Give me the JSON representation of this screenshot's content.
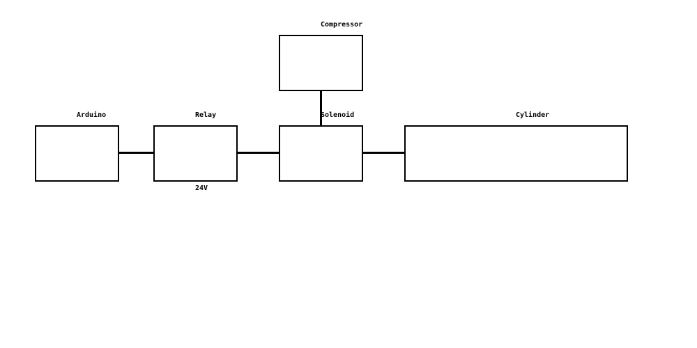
{
  "diagram": {
    "blocks": {
      "compressor": {
        "label": "Compressor"
      },
      "arduino": {
        "label": "Arduino"
      },
      "relay": {
        "label": "Relay",
        "sublabel": "24V"
      },
      "solenoid": {
        "label": "Solenoid"
      },
      "cylinder": {
        "label": "Cylinder"
      }
    },
    "connections": [
      {
        "from": "arduino",
        "to": "relay"
      },
      {
        "from": "relay",
        "to": "solenoid"
      },
      {
        "from": "solenoid",
        "to": "cylinder"
      },
      {
        "from": "compressor",
        "to": "solenoid"
      }
    ],
    "colors": {
      "stroke": "#000000",
      "background": "#ffffff"
    }
  }
}
